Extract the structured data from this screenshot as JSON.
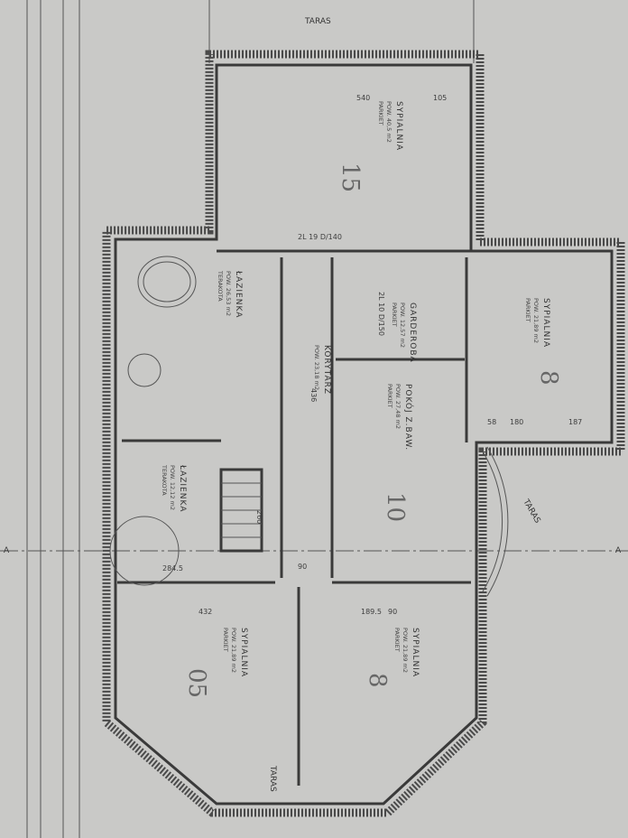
{
  "plan": {
    "terrace_top": "TARAS",
    "terrace_bottom": "TARAS",
    "terrace_right": "TARAS",
    "section_marker_left": "A",
    "section_marker_right": "A",
    "rooms": [
      {
        "name": "SYPIALNIA",
        "area": "POW. 40,5 m2",
        "floor": "PARKIET",
        "mark": "15"
      },
      {
        "name": "ŁAZIENKA",
        "area": "POW. 26,53 m2",
        "floor": "TERAKOTA"
      },
      {
        "name": "KORYTARZ",
        "area": "POW. 23,18 m2"
      },
      {
        "name": "GARDEROBA",
        "area": "POW. 12,57 m2",
        "floor": "PARKIET"
      },
      {
        "name": "SYPIALNIA",
        "area": "POW. 21,89 m2",
        "floor": "PARKIET",
        "mark": "8"
      },
      {
        "name": "POKÓJ Z.BAW.",
        "area": "POW. 27,48 m2",
        "floor": "PARKIET",
        "mark": "10"
      },
      {
        "name": "ŁAZIENKA",
        "area": "POW. 12,12 m2",
        "floor": "TERAKOTA"
      },
      {
        "name": "SYPIALNIA",
        "area": "POW. 21,89 m2",
        "floor": "PARKIET",
        "mark": "05"
      },
      {
        "name": "SYPIALNIA",
        "area": "POW. 21,89 m2",
        "floor": "PARKIET",
        "mark": "8"
      }
    ],
    "dimensions": [
      "540",
      "105",
      "432",
      "90",
      "189.5",
      "90",
      "284.5",
      "260",
      "436",
      "58",
      "180",
      "187",
      "2L 19 D/140",
      "2L 10 D/150"
    ]
  }
}
